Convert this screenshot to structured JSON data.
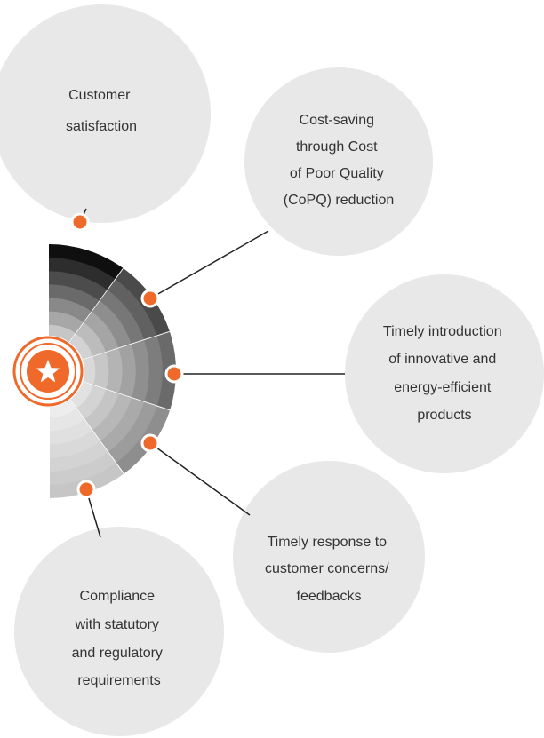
{
  "colors": {
    "bubble": "#e8e8e8",
    "connector": "#222222",
    "node": "#ef6a2a",
    "node_ring": "#ffffff",
    "accent": "#ef6a2a",
    "segment_shades": [
      "#0f0f0f",
      "#4a4a4a",
      "#6a6a6a",
      "#8e8e8e",
      "#c6c6c6"
    ]
  },
  "center": {
    "icon": "star-icon"
  },
  "bubbles": [
    {
      "id": "customer-satisfaction",
      "lines": [
        "Customer",
        "satisfaction"
      ]
    },
    {
      "id": "cost-saving",
      "lines": [
        "Cost-saving",
        "through Cost",
        "of Poor Quality",
        "(CoPQ) reduction"
      ]
    },
    {
      "id": "timely-introduction",
      "lines": [
        "Timely introduction",
        "of innovative and",
        "energy-efficient",
        "products"
      ]
    },
    {
      "id": "timely-response",
      "lines": [
        "Timely response to",
        "customer concerns/",
        "feedbacks"
      ]
    },
    {
      "id": "compliance",
      "lines": [
        "Compliance",
        "with statutory",
        "and regulatory",
        "requirements"
      ]
    }
  ]
}
